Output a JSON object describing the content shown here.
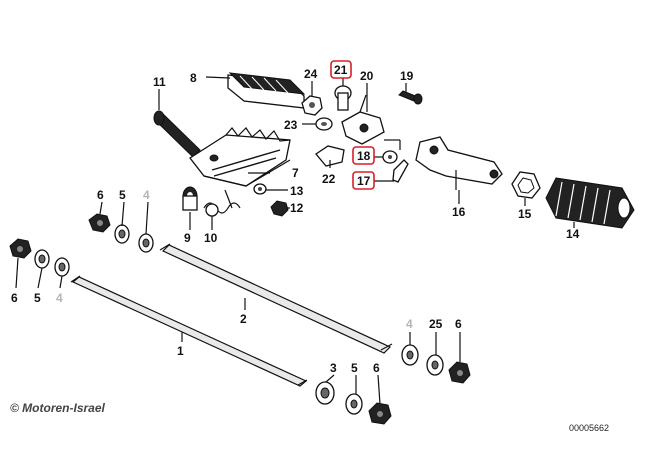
{
  "diagram": {
    "labels": {
      "p1": "1",
      "p2": "2",
      "p3": "3",
      "p4a": "4",
      "p4b": "4",
      "p4c": "4",
      "p5a": "5",
      "p5b": "5",
      "p5c": "5",
      "p6a": "6",
      "p6b": "6",
      "p6c": "6",
      "p6d": "6",
      "p7": "7",
      "p8": "8",
      "p9": "9",
      "p10": "10",
      "p11": "11",
      "p12": "12",
      "p13": "13",
      "p14": "14",
      "p15": "15",
      "p16": "16",
      "p17": "17",
      "p18": "18",
      "p19": "19",
      "p20": "20",
      "p21": "21",
      "p22": "22",
      "p23": "23",
      "p24": "24",
      "p25": "25"
    },
    "highlighted_parts": [
      "21",
      "18",
      "17"
    ],
    "highlight_color": "#d81f26",
    "faded_color": "#b5b5b5"
  },
  "watermark": "© Motoren-Israel",
  "drawing_number": "00005662"
}
